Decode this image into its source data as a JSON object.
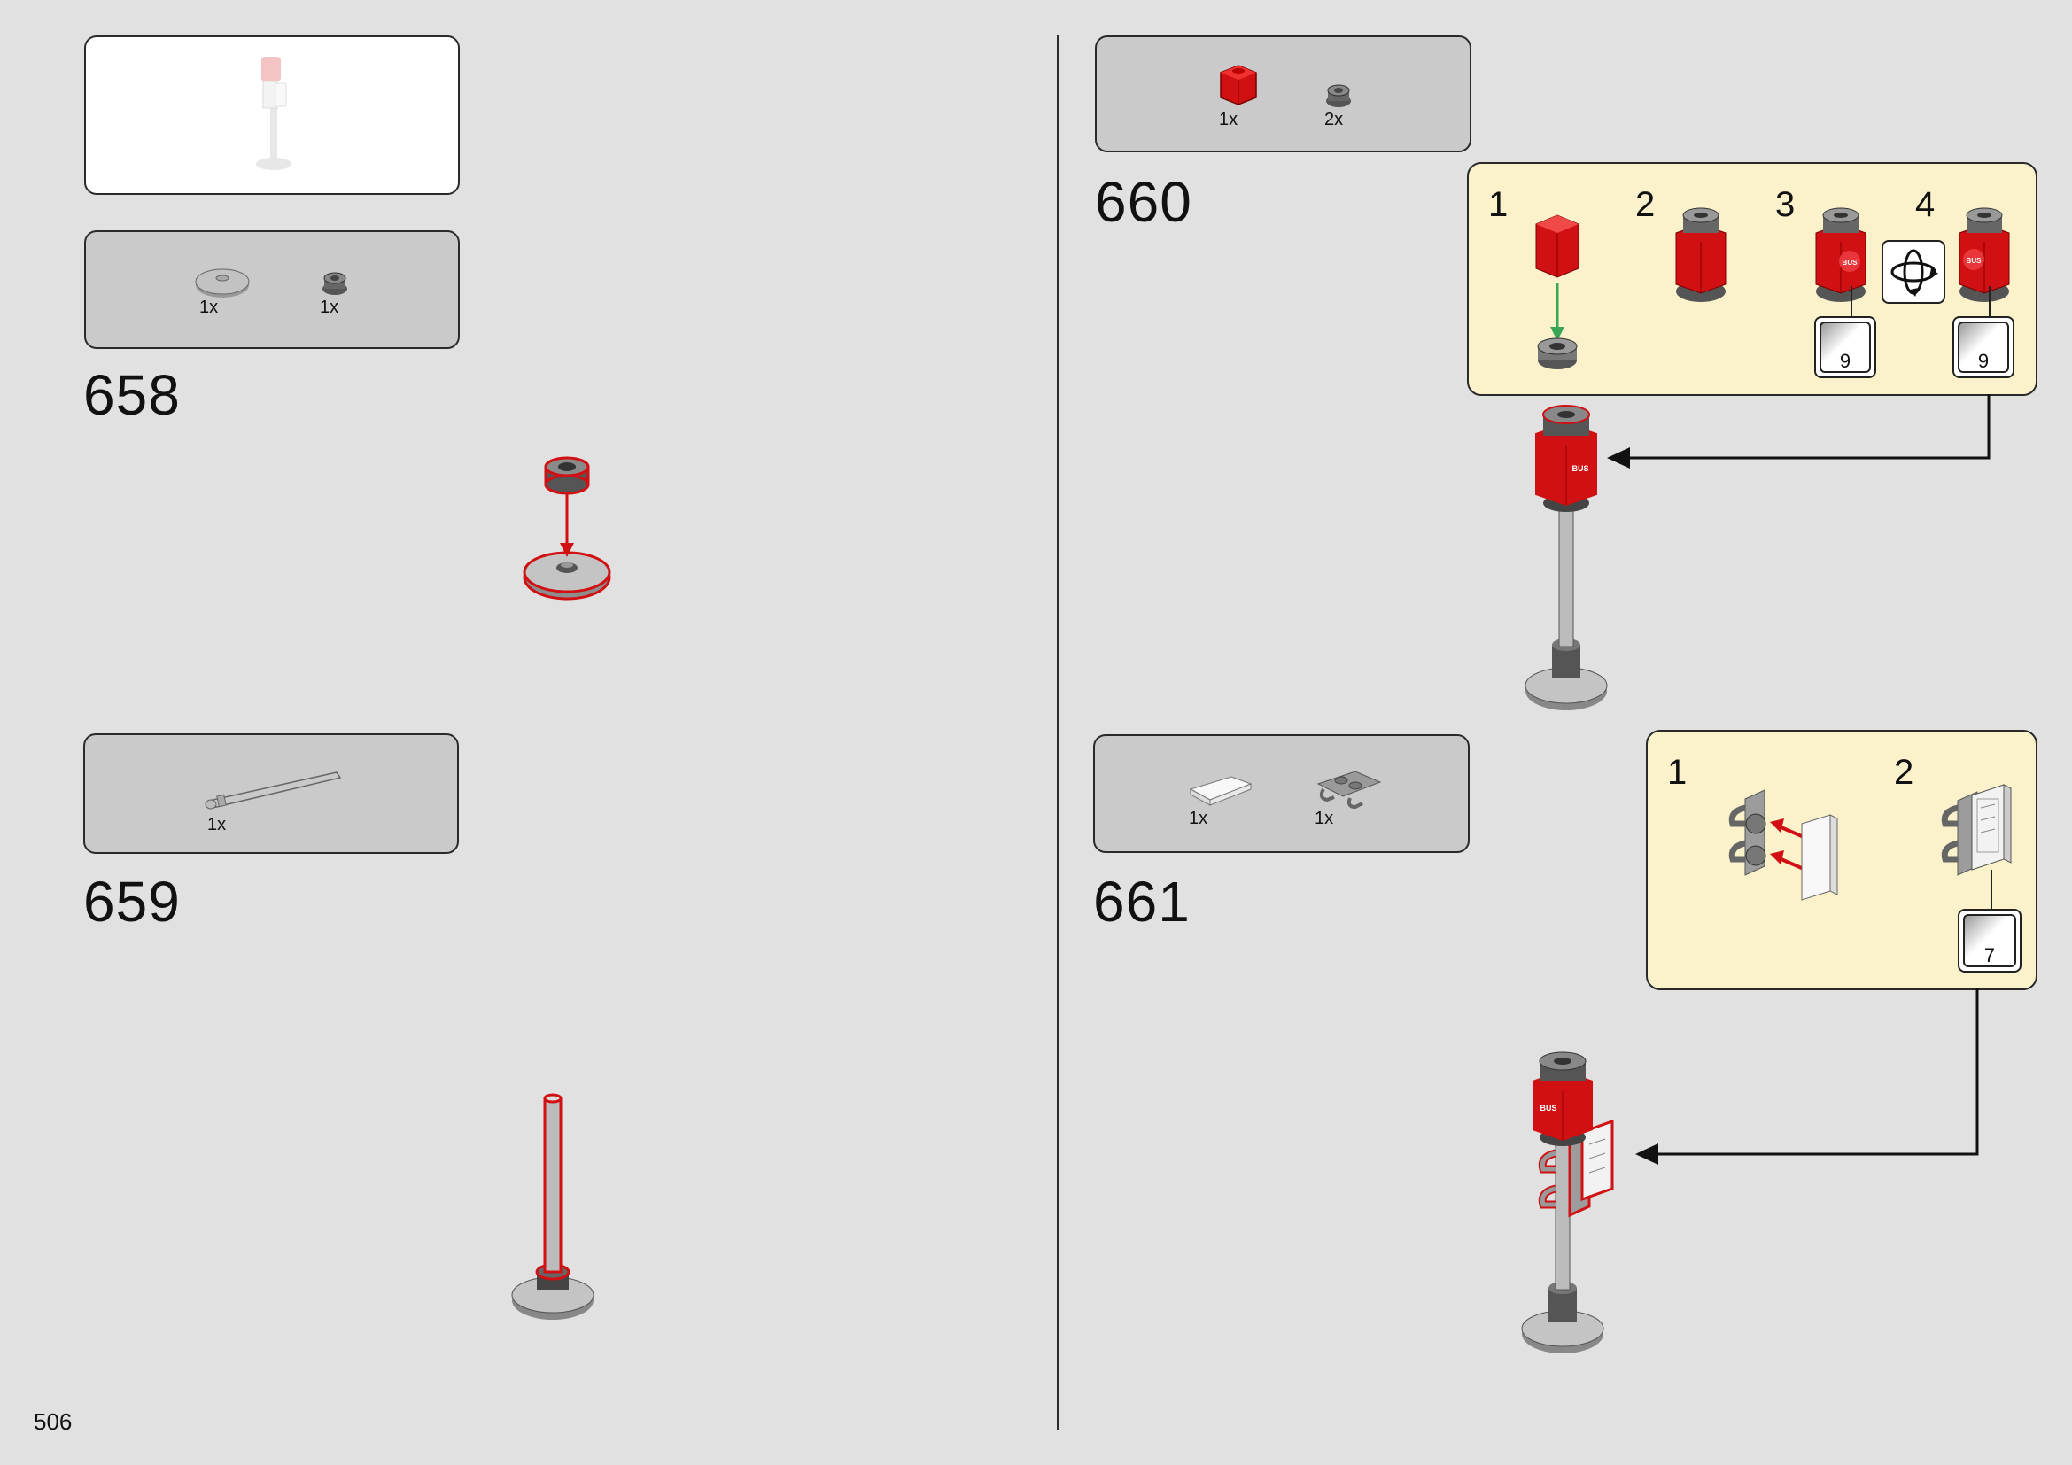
{
  "page": {
    "number": "506"
  },
  "left": {
    "preview_box": {},
    "steps": [
      {
        "number": "658",
        "parts": [
          {
            "name": "round-plate",
            "qty": "1x"
          },
          {
            "name": "round-brick-dark",
            "qty": "1x"
          }
        ]
      },
      {
        "number": "659",
        "parts": [
          {
            "name": "bar-pole",
            "qty": "1x"
          }
        ]
      }
    ]
  },
  "right": {
    "steps": [
      {
        "number": "660",
        "parts": [
          {
            "name": "red-brick",
            "qty": "1x"
          },
          {
            "name": "round-brick-dark",
            "qty": "2x"
          }
        ],
        "substeps": [
          {
            "number": "1"
          },
          {
            "number": "2"
          },
          {
            "number": "3",
            "sticker": "9",
            "label": "BUS"
          },
          {
            "number": "4",
            "sticker": "9",
            "label": "BUS"
          }
        ]
      },
      {
        "number": "661",
        "parts": [
          {
            "name": "white-tile",
            "qty": "1x"
          },
          {
            "name": "clip-plate",
            "qty": "1x"
          }
        ],
        "substeps": [
          {
            "number": "1"
          },
          {
            "number": "2",
            "sticker": "7"
          }
        ]
      }
    ]
  },
  "colors": {
    "background": "#e1e1e1",
    "parts_box": "#cacaca",
    "substep_box": "#fbf2cb",
    "highlight": "#d01012",
    "arrow_green": "#3aa655"
  }
}
